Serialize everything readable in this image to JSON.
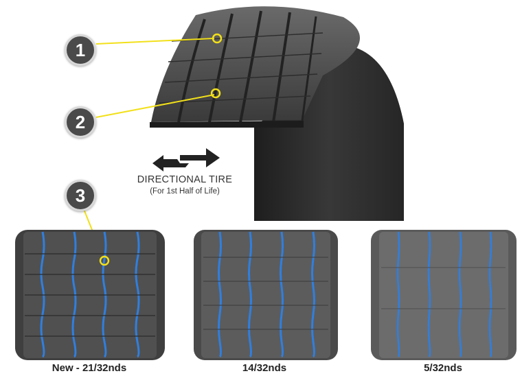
{
  "callouts": [
    {
      "number": "1"
    },
    {
      "number": "2"
    },
    {
      "number": "3"
    }
  ],
  "direction": {
    "title": "DIRECTIONAL TIRE",
    "subtitle": "(For 1st Half of Life)",
    "arrow_icon": "directional-arrows-icon"
  },
  "stages": [
    {
      "caption": "New - 21/32nds",
      "wear": "new"
    },
    {
      "caption": "14/32nds",
      "wear": "mid"
    },
    {
      "caption": "5/32nds",
      "wear": "worn"
    }
  ],
  "colors": {
    "callout_fill": "#4a4a4a",
    "leader_line": "#f2e01a",
    "groove_blue": "#2f7fe0",
    "tread_dark": "#3d3d3d",
    "tire_black": "#2a2a2a"
  }
}
